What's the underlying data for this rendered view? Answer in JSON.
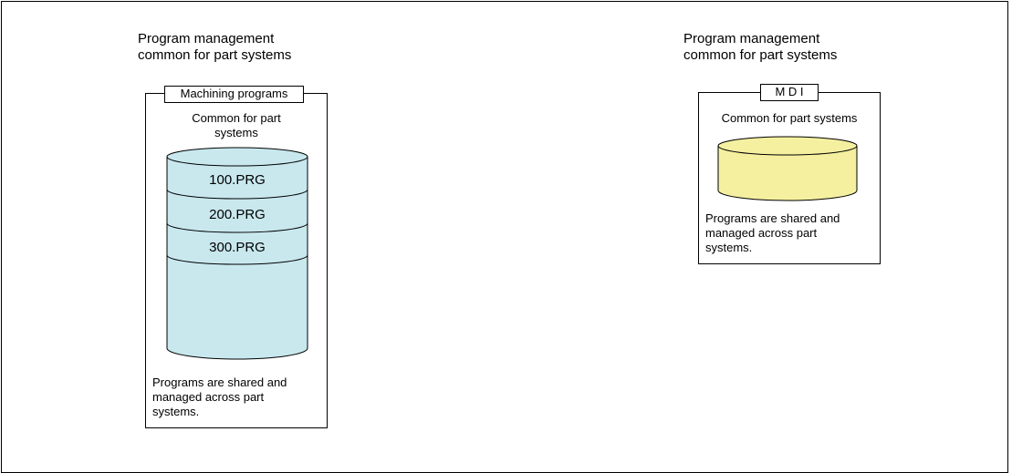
{
  "left_section": {
    "heading": "Program management\ncommon for part systems",
    "panel_title": "Machining programs",
    "subtitle": "Common for part\nsystems",
    "programs": [
      "100.PRG",
      "200.PRG",
      "300.PRG"
    ],
    "footer": "Programs are shared and\nmanaged across part\nsystems.",
    "cylinder_color": "#c8e8ee"
  },
  "right_section": {
    "heading": "Program management\ncommon for part systems",
    "panel_title": "M D I",
    "subtitle": "Common for part systems",
    "footer": "Programs are shared and\nmanaged across part\nsystems.",
    "cylinder_color": "#f5f0a0"
  }
}
